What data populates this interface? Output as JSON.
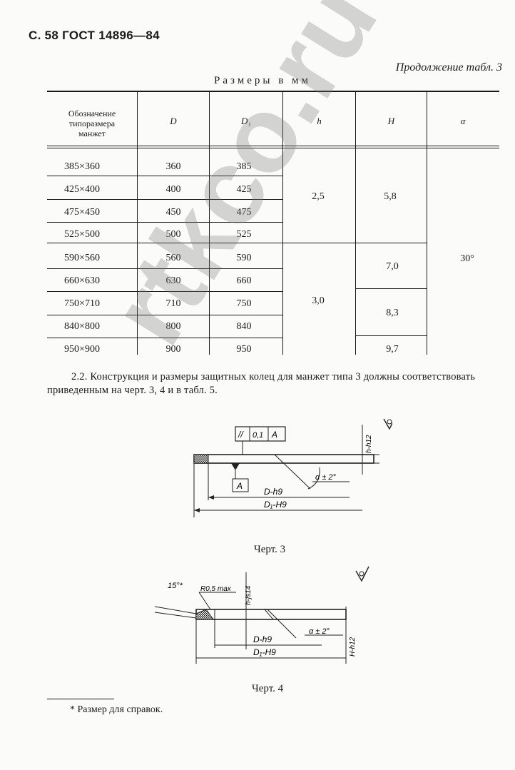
{
  "header": "С. 58 ГОСТ 14896—84",
  "continuation": "Продолжение табл. 3",
  "units_caption": "Размеры в мм",
  "table": {
    "columns": [
      "Обозначение\nтипоразмера\nманжет",
      "D",
      "D₁",
      "h",
      "H",
      "α"
    ],
    "rows": [
      {
        "designation": "385×360",
        "D": "360",
        "D1": "385"
      },
      {
        "designation": "425×400",
        "D": "400",
        "D1": "425"
      },
      {
        "designation": "475×450",
        "D": "450",
        "D1": "475"
      },
      {
        "designation": "525×500",
        "D": "500",
        "D1": "525"
      },
      {
        "designation": "590×560",
        "D": "560",
        "D1": "590"
      },
      {
        "designation": "660×630",
        "D": "630",
        "D1": "660"
      },
      {
        "designation": "750×710",
        "D": "710",
        "D1": "750"
      },
      {
        "designation": "840×800",
        "D": "800",
        "D1": "840"
      },
      {
        "designation": "950×900",
        "D": "900",
        "D1": "950"
      }
    ],
    "h_values": [
      "2,5",
      "3,0"
    ],
    "H_values": [
      "5,8",
      "7,0",
      "8,3",
      "9,7"
    ],
    "alpha_value": "30°"
  },
  "paragraph": "2.2. Конструкция и размеры защитных колец для манжет типа 3 должны соответствовать приведенным на черт. 3, 4 и в табл. 5.",
  "drawing3": {
    "caption": "Черт. 3",
    "tolerance_parallel": "//",
    "tolerance_value": "0,1",
    "datum": "A",
    "label_h": "h-h12",
    "label_alpha": "α ± 2°",
    "label_D": "D-h9",
    "label_D1": "D₁-H9"
  },
  "drawing4": {
    "caption": "Черт. 4",
    "label_angle": "15°*",
    "label_radius": "R0,5 max",
    "label_h": "h-js14",
    "label_H": "H-h12",
    "label_alpha": "α ± 2°",
    "label_D": "D-h9",
    "label_D1": "D₁-H9"
  },
  "footnote": "* Размер для справок.",
  "watermark": "rtkco.ru"
}
